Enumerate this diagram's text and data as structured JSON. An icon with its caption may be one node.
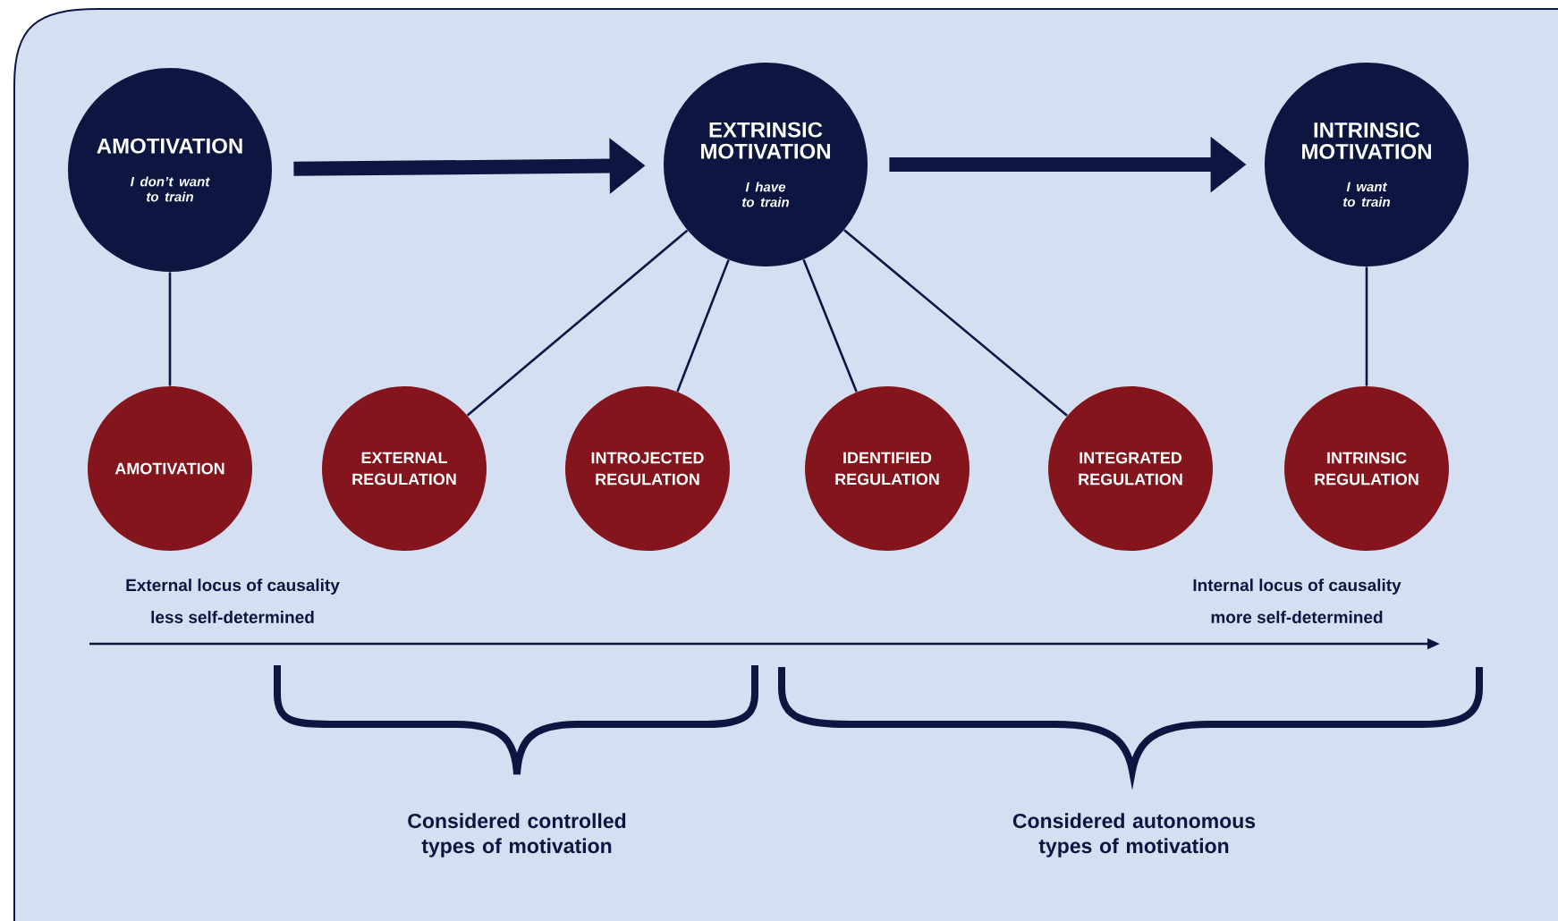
{
  "diagram": {
    "nodes": [
      {
        "text": [
          "AMOTIVATION",
          "I don’t want to train"
        ]
      },
      {
        "text": [
          "EXTRINSIC MOTIVATION",
          "I have to train"
        ]
      },
      {
        "text": [
          "INTRINSIC MOTIVATION",
          "I want to train"
        ]
      },
      {
        "text": [
          "AMOTIVATION"
        ]
      },
      {
        "text": [
          "EXTERNAL REGULATION"
        ]
      },
      {
        "text": [
          "INTROJECTED REGULATION"
        ]
      },
      {
        "text": [
          "IDENTIFIED REGULATION"
        ]
      },
      {
        "text": [
          "INTEGRATED REGULATION"
        ]
      },
      {
        "text": [
          "INTRINSIC REGULATION"
        ]
      }
    ],
    "edges": [
      {
        "from": 0,
        "to": 1,
        "arrow": "to",
        "style": "thick"
      },
      {
        "from": 1,
        "to": 2,
        "arrow": "to",
        "style": "thick"
      },
      {
        "from": 0,
        "to": 3,
        "arrow": "none"
      },
      {
        "from": 1,
        "to": 4,
        "arrow": "none"
      },
      {
        "from": 1,
        "to": 5,
        "arrow": "none"
      },
      {
        "from": 1,
        "to": 6,
        "arrow": "none"
      },
      {
        "from": 1,
        "to": 7,
        "arrow": "none"
      },
      {
        "from": 2,
        "to": 8,
        "arrow": "none"
      }
    ],
    "labels": [
      "External locus of causality",
      "less self-determined",
      "Internal locus of causality",
      "more self-determined",
      "Considered controlled types of motivation",
      "Considered autonomous types of motivation"
    ]
  }
}
